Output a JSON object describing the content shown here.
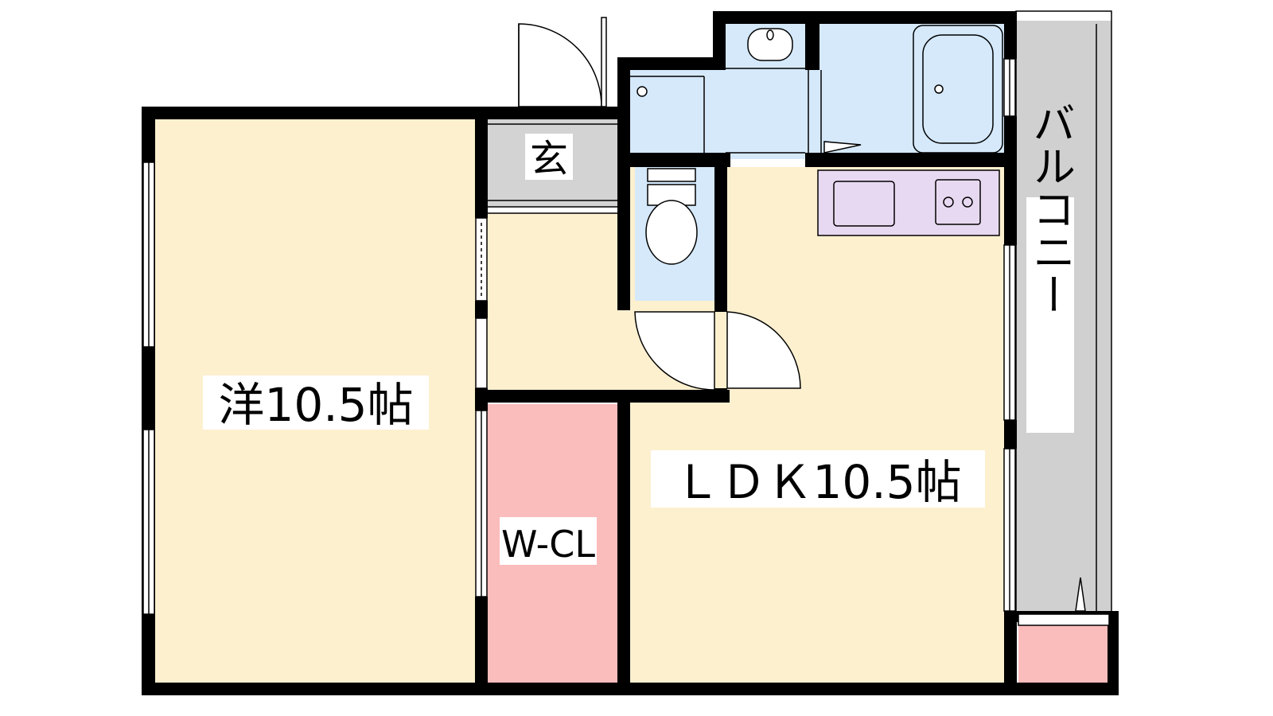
{
  "rooms": {
    "western": {
      "label": "洋10.5帖"
    },
    "ldk": {
      "label": "ＬＤＫ10.5帖"
    },
    "entrance": {
      "label": "玄"
    },
    "closet": {
      "label": "W-CL"
    },
    "balcony": {
      "label": "バルコニー"
    }
  },
  "colors": {
    "room_fill": "#fdf0cf",
    "closet_fill": "#fbbcbc",
    "entrance_fill": "#d3d3d3",
    "balcony_fill": "#d0d0d0",
    "wet_area_fill": "#d5e9fb",
    "kitchen_fill": "#e8d9f2",
    "wall": "#000000"
  }
}
